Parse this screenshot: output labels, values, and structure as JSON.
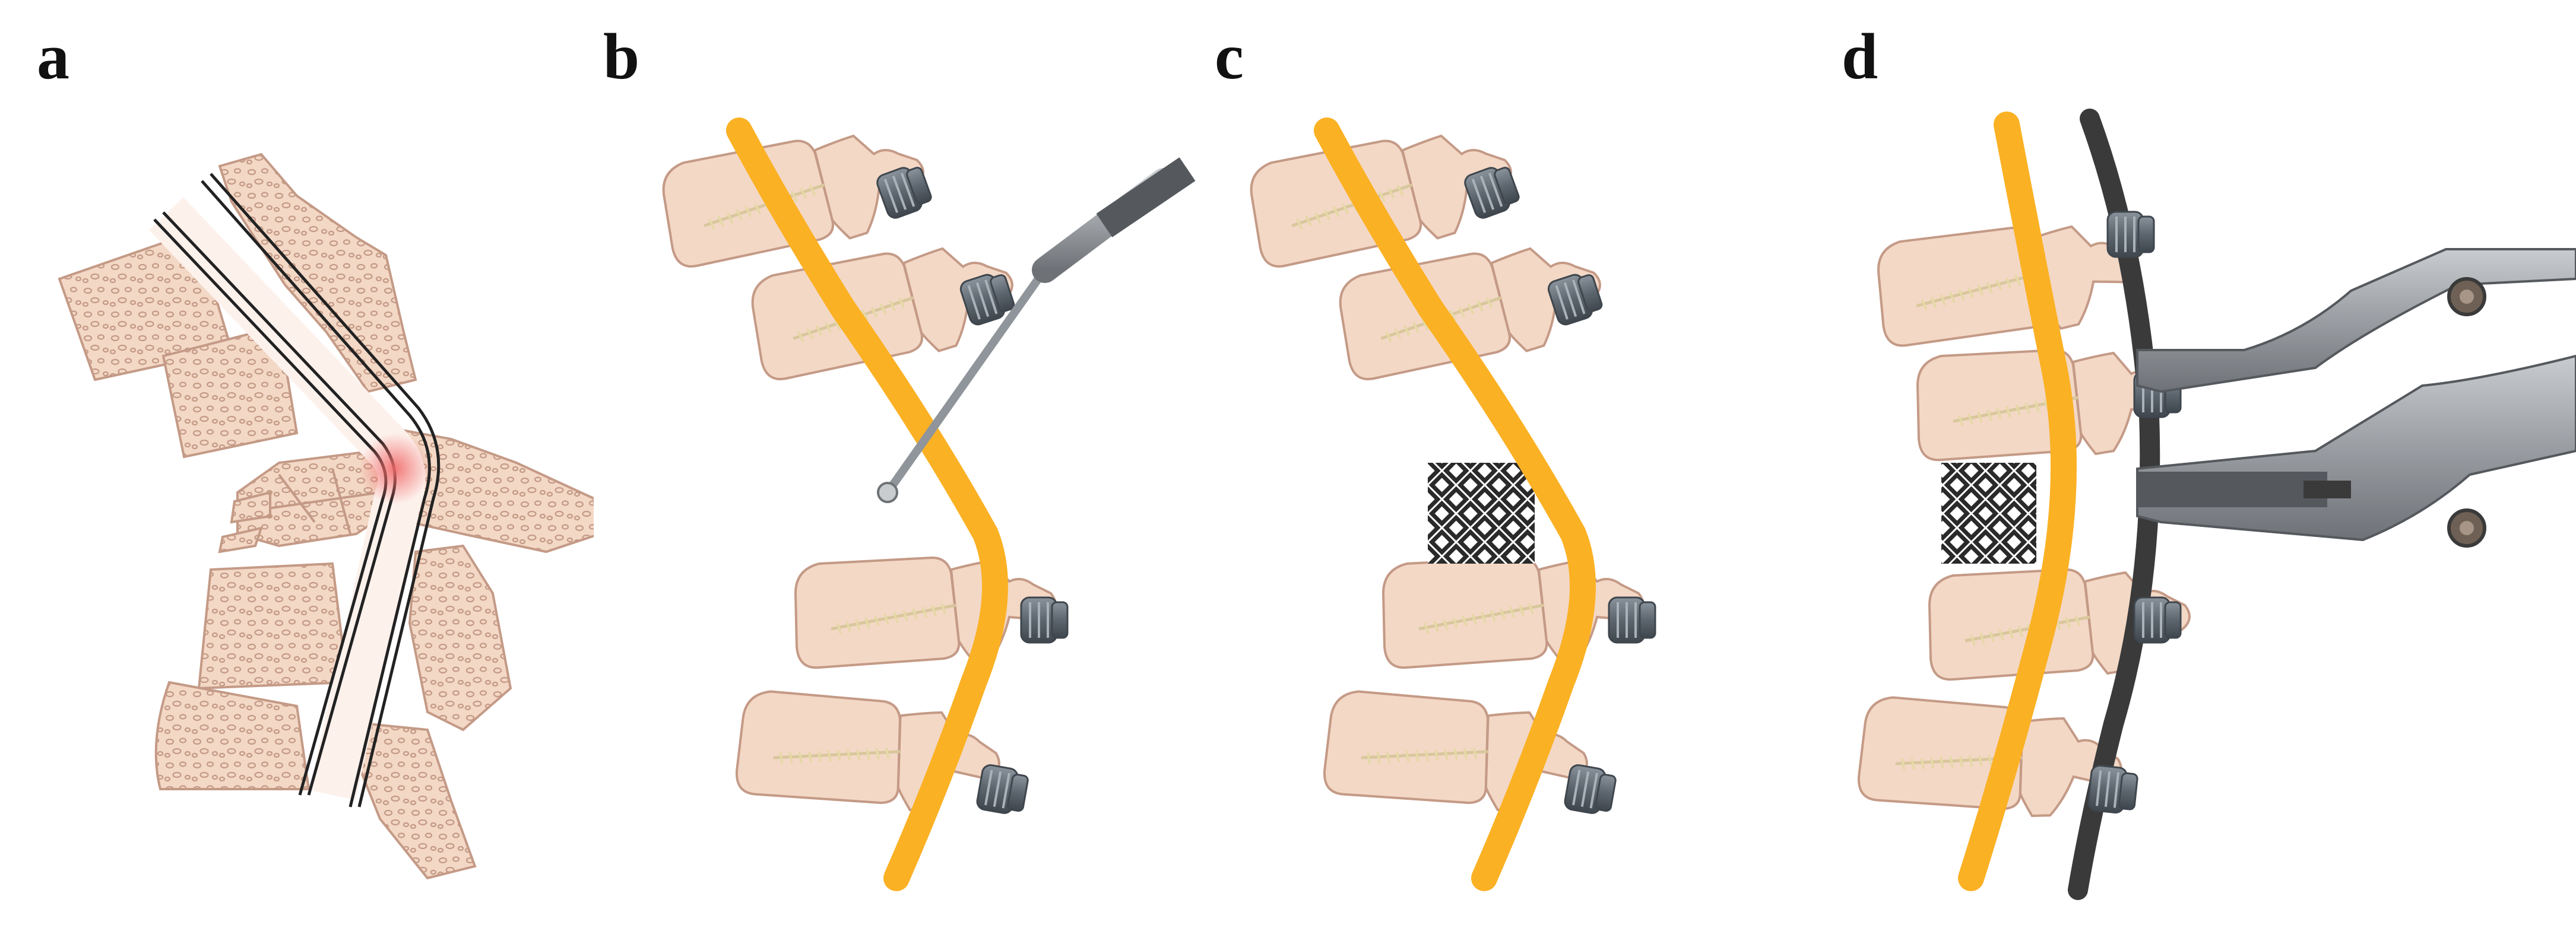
{
  "figure": {
    "panels": [
      {
        "id": "a",
        "label": "a"
      },
      {
        "id": "b",
        "label": "b"
      },
      {
        "id": "c",
        "label": "c"
      },
      {
        "id": "d",
        "label": "d"
      }
    ]
  },
  "colors": {
    "bone_fill": "#f3d8c6",
    "bone_stroke": "#c49a86",
    "spinal_cord": "#fbb124",
    "screw_head": "#6e7780",
    "rod": "#3a3a3a",
    "instrument": "#9a9ea3",
    "cage": "#2a2a2a",
    "highlight": "#f06a6a",
    "canal": "#fdf1ec"
  },
  "icons": {
    "pedicle_screw": "pedicle-screw-icon",
    "probe": "probe-icon",
    "mesh_cage": "mesh-cage-icon",
    "rod": "rod-icon",
    "distractor": "distractor-icon"
  }
}
